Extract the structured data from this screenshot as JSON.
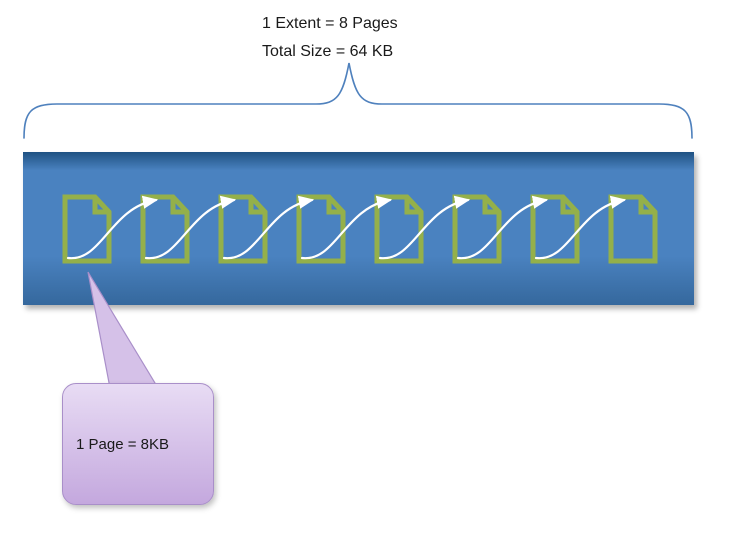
{
  "title": {
    "line1": "1 Extent = 8 Pages",
    "line2": "Total Size = 64 KB"
  },
  "extent": {
    "page_count": 8
  },
  "callout": {
    "label": "1 Page = 8KB"
  },
  "icons": {
    "page": "document-page-icon",
    "arrow": "flow-arrow",
    "brace": "curly-brace"
  },
  "colors": {
    "background": "#ffffff",
    "text_color": "#1a1a1a",
    "extent_fill": "#4a82c0",
    "extent_fill_dark": "#1f5182",
    "extent_fill_bottom": "#35689d",
    "page_outline": "#94b04a",
    "arrow_color": "#ffffff",
    "brace_color": "#4f81bd",
    "callout_fill_top": "#e8dcf4",
    "callout_fill_bottom": "#c4a8de",
    "callout_tail": "#d5c1e8",
    "callout_border": "#a98fc9"
  }
}
